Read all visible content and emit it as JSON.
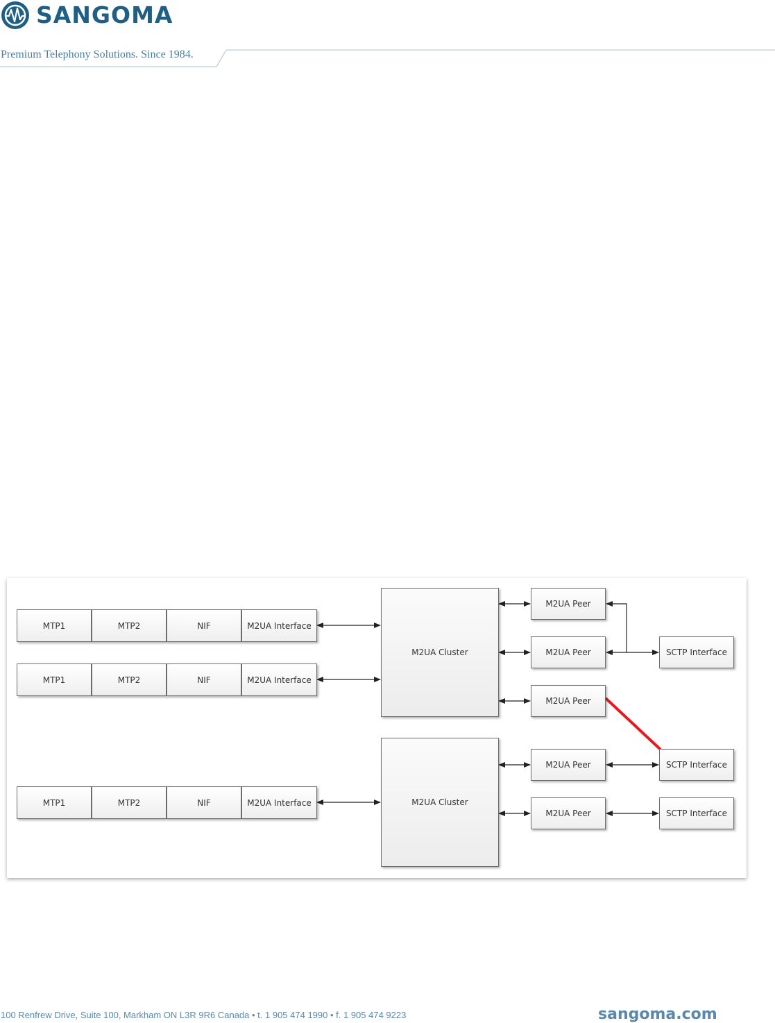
{
  "header": {
    "brand": "SANGOMA",
    "tagline": "Premium Telephony Solutions. Since 1984."
  },
  "diagram": {
    "stacks": [
      {
        "mtp1": "MTP1",
        "mtp2": "MTP2",
        "nif": "NIF",
        "m2ua_interface": "M2UA Interface"
      },
      {
        "mtp1": "MTP1",
        "mtp2": "MTP2",
        "nif": "NIF",
        "m2ua_interface": "M2UA Interface"
      },
      {
        "mtp1": "MTP1",
        "mtp2": "MTP2",
        "nif": "NIF",
        "m2ua_interface": "M2UA Interface"
      }
    ],
    "clusters": [
      "M2UA Cluster",
      "M2UA Cluster"
    ],
    "peers": [
      "M2UA Peer",
      "M2UA Peer",
      "M2UA Peer",
      "M2UA Peer",
      "M2UA Peer"
    ],
    "sctp_interfaces": [
      "SCTP Interface",
      "SCTP Interface",
      "SCTP Interface"
    ],
    "highlight_color": "#e8191e",
    "brand_color": "#1f5f86"
  },
  "footer": {
    "address": "100 Renfrew Drive, Suite 100, Markham ON L3R 9R6 Canada  •  t. 1 905 474 1990  •  f. 1 905 474 9223",
    "url": "sangoma.com"
  }
}
